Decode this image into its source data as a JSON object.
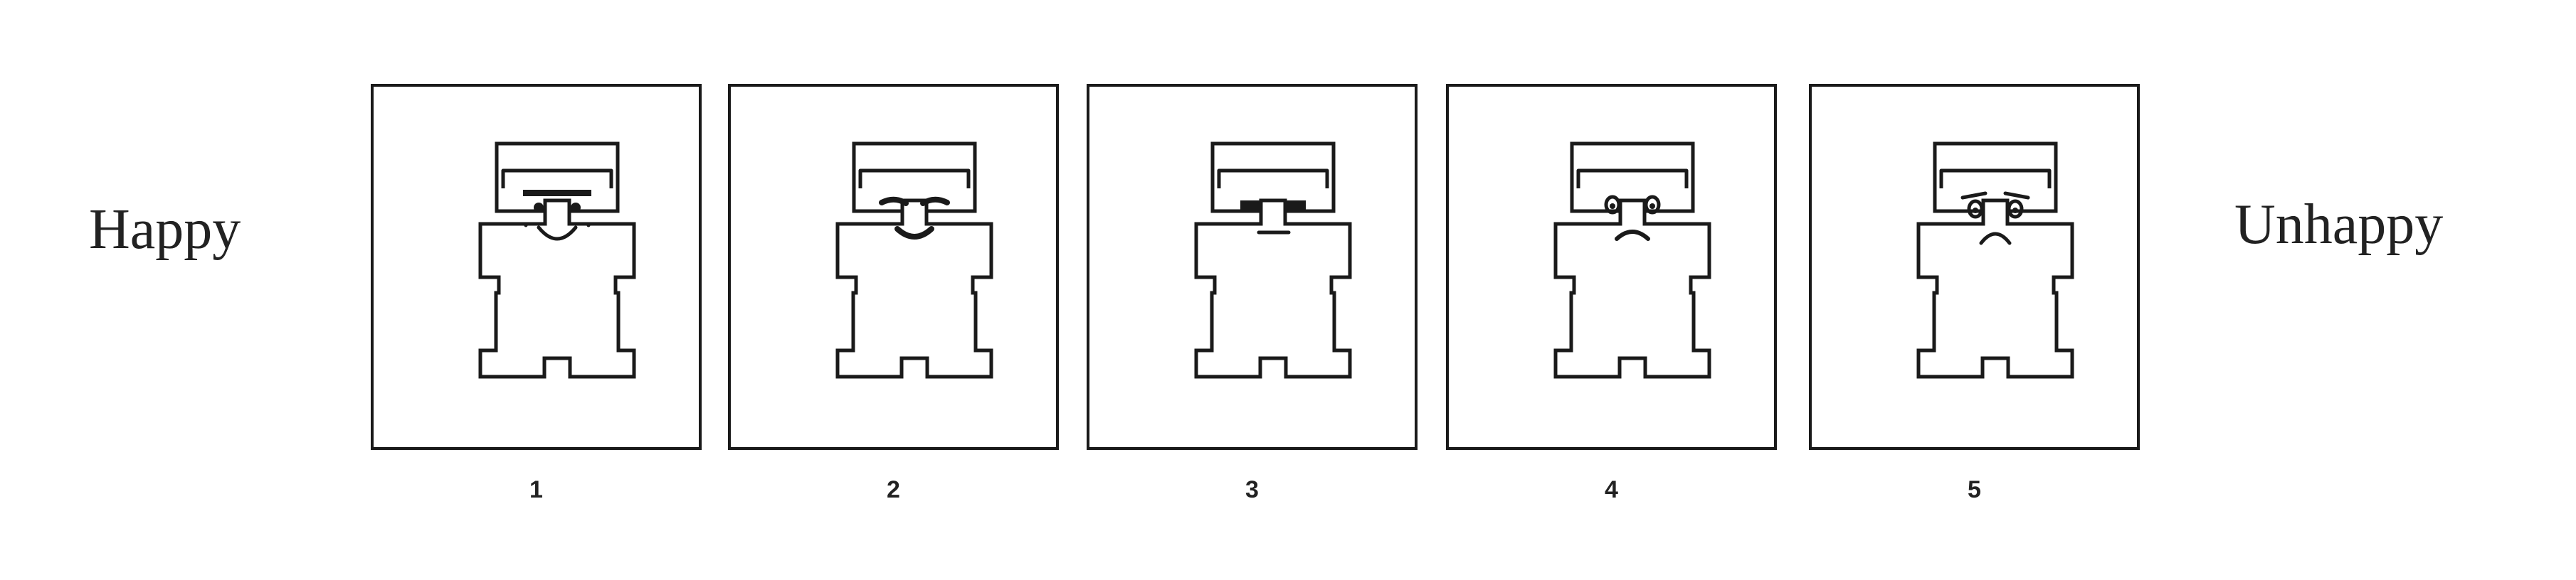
{
  "scale": {
    "left_label": "Happy",
    "right_label": "Unhappy",
    "items": [
      {
        "number": "1",
        "mood": "very-happy"
      },
      {
        "number": "2",
        "mood": "happy"
      },
      {
        "number": "3",
        "mood": "neutral"
      },
      {
        "number": "4",
        "mood": "sad"
      },
      {
        "number": "5",
        "mood": "very-sad"
      }
    ]
  },
  "colors": {
    "ink": "#1a1a1a",
    "background": "#ffffff"
  }
}
